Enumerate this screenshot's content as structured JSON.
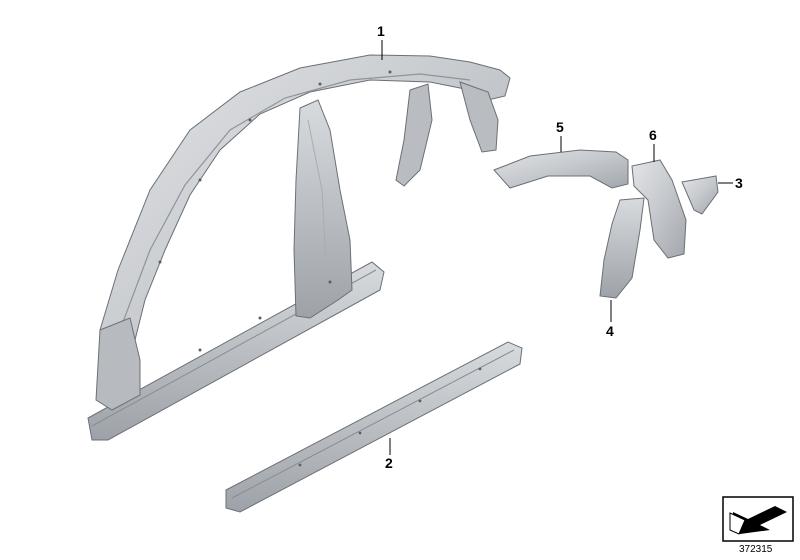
{
  "callouts": {
    "c1": "1",
    "c2": "2",
    "c3": "3",
    "c4": "4",
    "c5": "5",
    "c6": "6"
  },
  "diagram_number": "372315",
  "icons": {
    "orientation": "orientation-arrow-icon"
  },
  "colors": {
    "part_fill": "#c9ccd0",
    "part_shade": "#9ea3a9",
    "part_edge": "#6b7076",
    "part_highlight": "#e6e8ea"
  }
}
